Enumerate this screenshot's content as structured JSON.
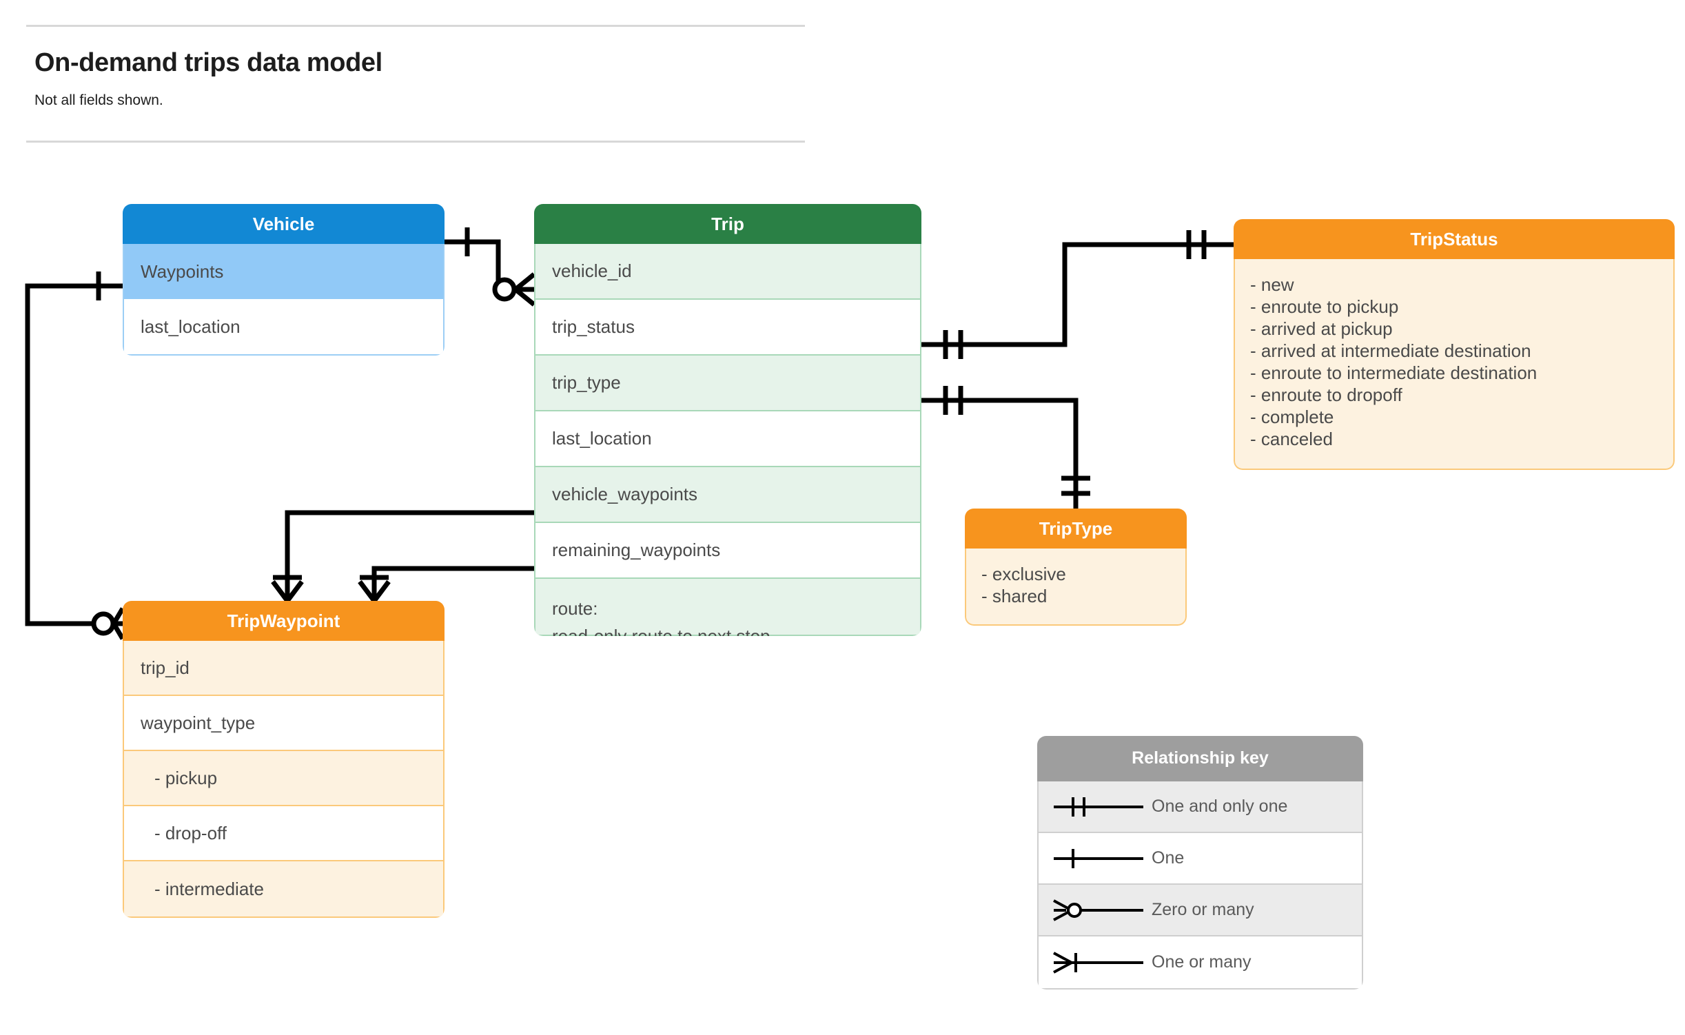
{
  "header": {
    "title": "On-demand trips data model",
    "subtitle": "Not all fields shown."
  },
  "entities": {
    "vehicle": {
      "name": "Vehicle",
      "header_color": "#1288d4",
      "rows": [
        {
          "label": "Waypoints"
        },
        {
          "label": "last_location"
        }
      ]
    },
    "trip": {
      "name": "Trip",
      "header_color": "#2a8045",
      "rows": [
        {
          "label": "vehicle_id"
        },
        {
          "label": "trip_status"
        },
        {
          "label": "trip_type"
        },
        {
          "label": "last_location"
        },
        {
          "label": "vehicle_waypoints"
        },
        {
          "label": "remaining_waypoints"
        },
        {
          "label": "route:",
          "label2": "read-only route to next stop"
        }
      ]
    },
    "trip_waypoint": {
      "name": "TripWaypoint",
      "header_color": "#f7941e",
      "rows": [
        {
          "label": "trip_id"
        },
        {
          "label": "waypoint_type"
        },
        {
          "label": "-  pickup"
        },
        {
          "label": "-  drop-off"
        },
        {
          "label": "-  intermediate"
        }
      ]
    },
    "trip_type": {
      "name": "TripType",
      "header_color": "#f7941e",
      "values": [
        "- exclusive",
        "- shared"
      ]
    },
    "trip_status": {
      "name": "TripStatus",
      "header_color": "#f7941e",
      "values": [
        "- new",
        "- enroute to pickup",
        "- arrived at pickup",
        "- arrived at intermediate destination",
        "- enroute to intermediate destination",
        "- enroute to dropoff",
        "- complete",
        "- canceled"
      ]
    }
  },
  "legend": {
    "title": "Relationship key",
    "header_color": "#9e9e9e",
    "rows": [
      {
        "symbol": "one-and-only-one-symbol",
        "label": "One and only one"
      },
      {
        "symbol": "one-symbol",
        "label": "One"
      },
      {
        "symbol": "zero-or-many-symbol",
        "label": "Zero or many"
      },
      {
        "symbol": "one-or-many-symbol",
        "label": "One or many"
      }
    ]
  },
  "relationships": [
    {
      "from": "Vehicle",
      "to": "Trip.vehicle_id",
      "from_card": "one",
      "to_card": "zero or many"
    },
    {
      "from": "Vehicle.Waypoints",
      "to": "TripWaypoint",
      "from_card": "one",
      "to_card": "zero or many"
    },
    {
      "from": "Trip.trip_status",
      "to": "TripStatus",
      "from_card": "one and only one",
      "to_card": "one and only one"
    },
    {
      "from": "Trip.trip_type",
      "to": "TripType",
      "from_card": "one and only one",
      "to_card": "one and only one"
    },
    {
      "from": "Trip.vehicle_waypoints",
      "to": "TripWaypoint",
      "from_card": "one",
      "to_card": "one or many"
    },
    {
      "from": "Trip.remaining_waypoints",
      "to": "TripWaypoint",
      "from_card": "one",
      "to_card": "one or many"
    }
  ]
}
